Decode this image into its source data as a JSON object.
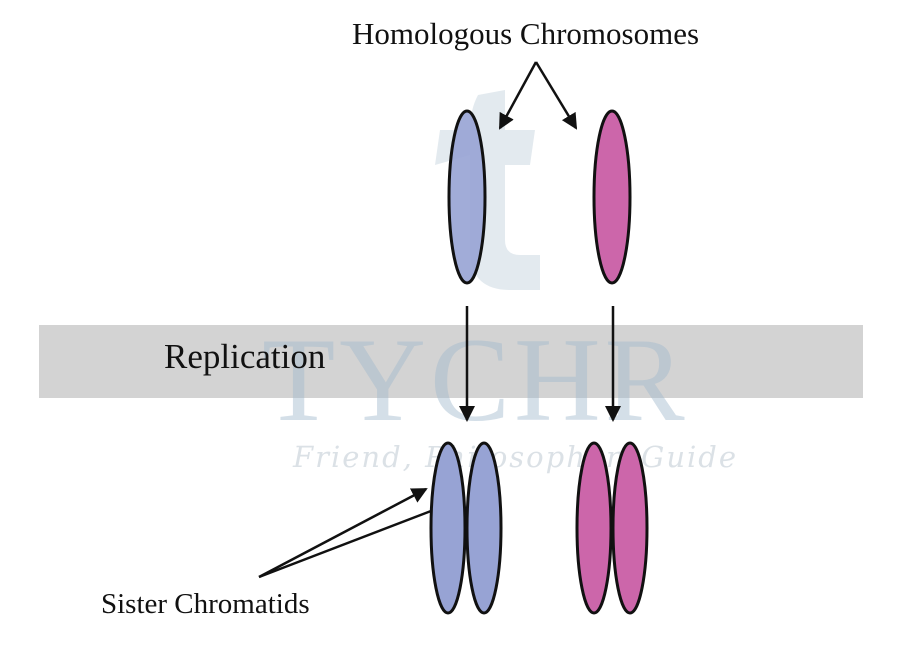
{
  "diagram": {
    "title_label": "Homologous Chromosomes",
    "process_label": "Replication",
    "bottom_label": "Sister Chromatids",
    "watermark": {
      "brand": "TYCHR",
      "tagline": "Friend, Philosopher, Guide",
      "logo_letter": "t"
    },
    "colors": {
      "maternal_chromosome": "#97a3d4",
      "paternal_chromosome": "#cc66aa",
      "outline": "#111111",
      "band": "#d3d3d3",
      "watermark": "#a8bccd"
    },
    "stages": [
      {
        "name": "before-replication",
        "items": [
          "blue chromosome",
          "pink chromosome"
        ]
      },
      {
        "name": "after-replication",
        "items": [
          "blue sister chromatid pair",
          "pink sister chromatid pair"
        ]
      }
    ]
  }
}
